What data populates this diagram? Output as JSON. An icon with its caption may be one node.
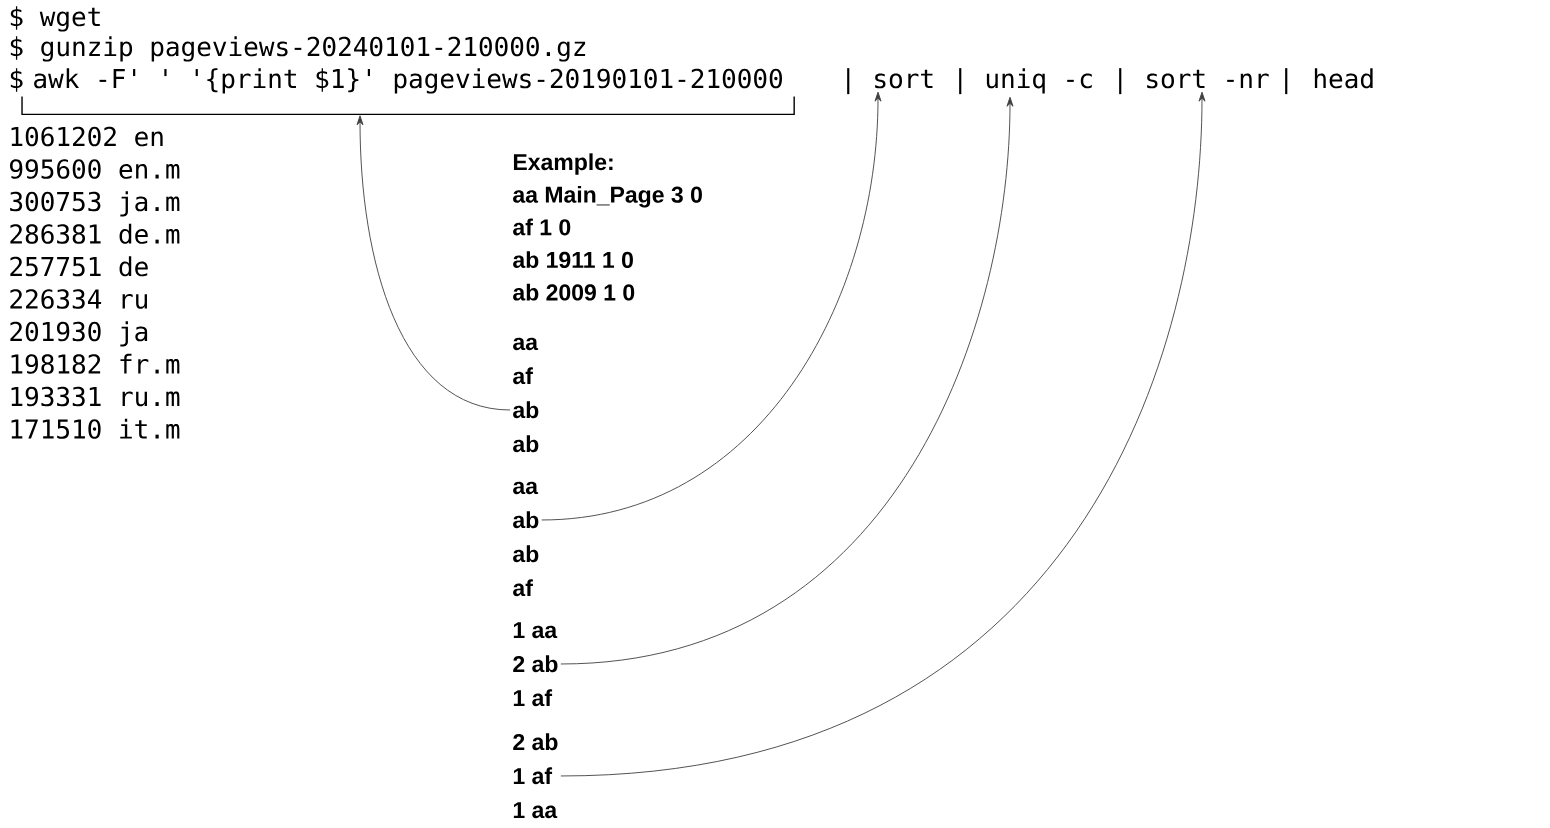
{
  "diagram": {
    "nodes": [
      {
        "text": [
          "awk -F' ' '{print $1}' pageviews-20190101-210000"
        ]
      },
      {
        "text": [
          "sort"
        ]
      },
      {
        "text": [
          "uniq -c"
        ]
      },
      {
        "text": [
          "sort -nr"
        ]
      },
      {
        "text": [
          "aa",
          "af",
          "ab",
          "ab"
        ]
      },
      {
        "text": [
          "aa",
          "ab",
          "ab",
          "af"
        ]
      },
      {
        "text": [
          "1 aa",
          "2 ab",
          "1 af"
        ]
      },
      {
        "text": [
          "2 ab",
          "1 af",
          "1 aa"
        ]
      }
    ],
    "edges": [
      {
        "from": 4,
        "to": 0,
        "arrow": "to"
      },
      {
        "from": 5,
        "to": 1,
        "arrow": "to"
      },
      {
        "from": 6,
        "to": 2,
        "arrow": "to"
      },
      {
        "from": 7,
        "to": 3,
        "arrow": "to"
      }
    ],
    "labels": [
      "$ wget",
      "$ gunzip pageviews-20240101-210000.gz",
      "$",
      "|",
      "|",
      "|",
      "|",
      "head",
      "1061202 en",
      "995600 en.m",
      "300753 ja.m",
      "286381 de.m",
      "257751 de",
      "226334 ru",
      "201930 ja",
      "198182 fr.m",
      "193331 ru.m",
      "171510 it.m",
      "Example:",
      "aa Main_Page 3 0",
      "af 1 0",
      "ab 1911 1 0",
      "ab 2009 1 0"
    ]
  }
}
